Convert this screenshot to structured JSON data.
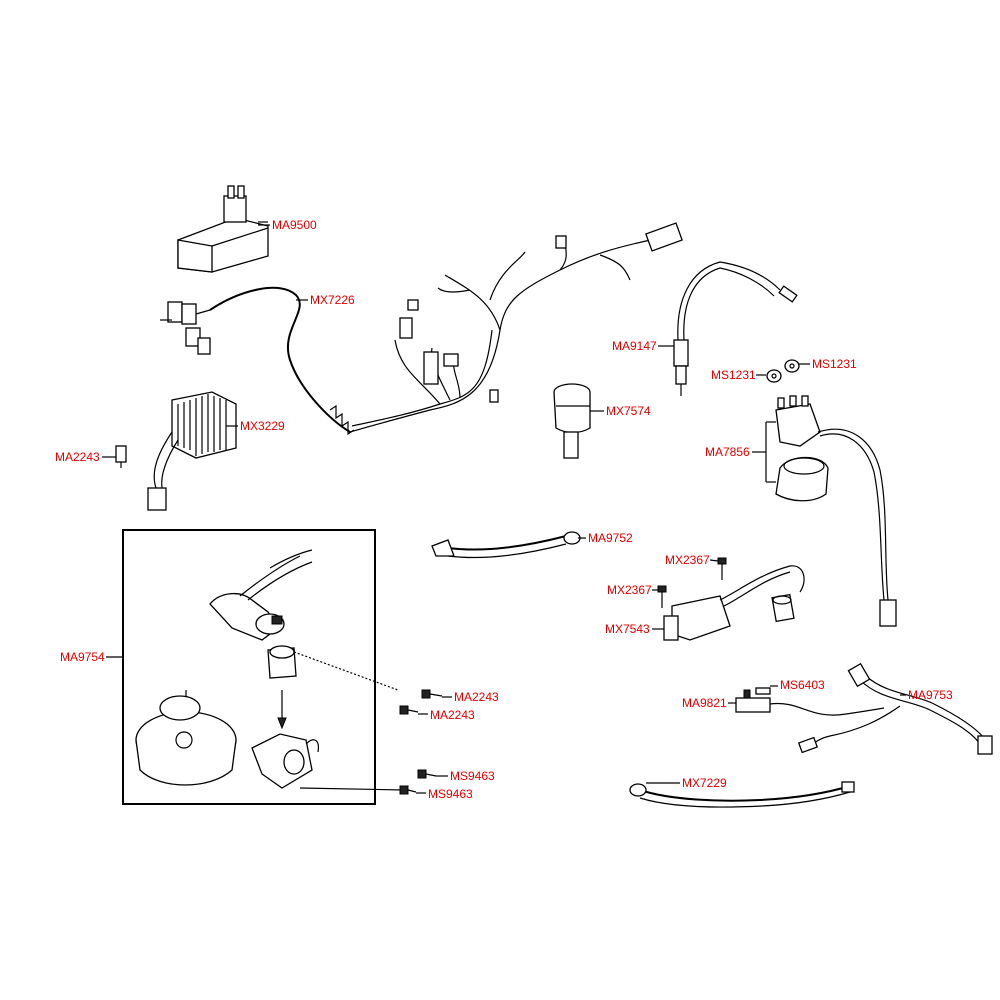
{
  "labels": {
    "ma9500": "MA9500",
    "mx7226": "MX7226",
    "mx3229": "MX3229",
    "ma2243_left": "MA2243",
    "ma9147": "MA9147",
    "ms1231_a": "MS1231",
    "ms1231_b": "MS1231",
    "mx7574": "MX7574",
    "ma7856": "MA7856",
    "ma9752": "MA9752",
    "mx2367_a": "MX2367",
    "mx2367_b": "MX2367",
    "mx7543": "MX7543",
    "ma9754": "MA9754",
    "ma2243_a": "MA2243",
    "ma2243_b": "MA2243",
    "ms9463_a": "MS9463",
    "ms9463_b": "MS9463",
    "ma9821": "MA9821",
    "ms6403": "MS6403",
    "ma9753": "MA9753",
    "mx7229": "MX7229"
  },
  "colors": {
    "label": "#e00000",
    "line": "#000000",
    "background": "#ffffff"
  }
}
